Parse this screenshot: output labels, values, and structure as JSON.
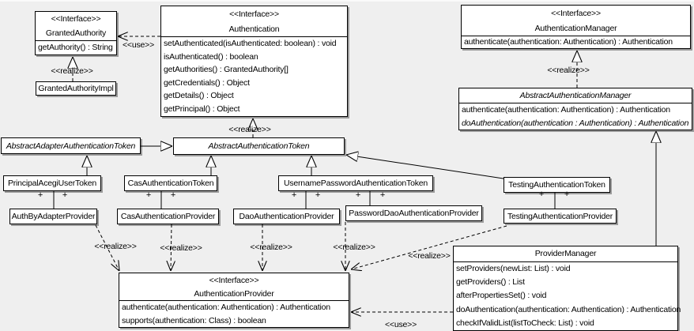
{
  "diagram": {
    "type": "uml-class-diagram",
    "background": "#efefef",
    "box_fill": "#ffffff",
    "border_color": "#000000",
    "shadow_color": "rgba(0,0,0,0.35)"
  },
  "labels": {
    "interface": "<<Interface>>",
    "realize": "<<realize>>",
    "use": "<<use>>",
    "plus": "+"
  },
  "classes": {
    "granted_authority": {
      "stereotype": "<<Interface>>",
      "name": "GrantedAuthority",
      "methods": [
        "getAuthority() : String"
      ]
    },
    "granted_authority_impl": {
      "name": "GrantedAuthorityImpl"
    },
    "authentication": {
      "stereotype": "<<Interface>>",
      "name": "Authentication",
      "methods": [
        "setAuthenticated(isAuthenticated: boolean) : void",
        "isAuthenticated() : boolean",
        "getAuthorities() : GrantedAuthority[]",
        "getCredentials() : Object",
        "getDetails() : Object",
        "getPrincipal() : Object"
      ]
    },
    "authentication_manager": {
      "stereotype": "<<Interface>>",
      "name": "AuthenticationManager",
      "methods": [
        "authenticate(authentication: Authentication) : Authentication"
      ]
    },
    "abstract_authentication_manager": {
      "name": "AbstractAuthenticationManager",
      "methods": [
        "authenticate(authentication: Authentication) : Authentication",
        "doAuthentication(authentication : Authentication) : Authentication"
      ]
    },
    "abstract_adapter_authentication_token": {
      "name": "AbstractAdapterAuthenticationToken"
    },
    "abstract_authentication_token": {
      "name": "AbstractAuthenticationToken"
    },
    "principal_acegi_user_token": {
      "name": "PrincipalAcegiUserToken"
    },
    "cas_authentication_token": {
      "name": "CasAuthenticationToken"
    },
    "username_password_authentication_token": {
      "name": "UsernamePasswordAuthenticationToken"
    },
    "testing_authentication_token": {
      "name": "TestingAuthenticationToken"
    },
    "auth_by_adapter_provider": {
      "name": "AuthByAdapterProvider"
    },
    "cas_authentication_provider": {
      "name": "CasAuthenticationProvider"
    },
    "dao_authentication_provider": {
      "name": "DaoAuthenticationProvider"
    },
    "password_dao_authentication_provider": {
      "name": "PasswordDaoAuthenticationProvider"
    },
    "testing_authentication_provider": {
      "name": "TestingAuthenticationProvider"
    },
    "authentication_provider": {
      "stereotype": "<<Interface>>",
      "name": "AuthenticationProvider",
      "methods": [
        "authenticate(authentication: Authentication) : Authentication",
        "supports(authentication: Class) : boolean"
      ]
    },
    "provider_manager": {
      "name": "ProviderManager",
      "methods": [
        "setProviders(newList: List) : void",
        "getProviders() : List",
        "afterPropertiesSet() : void",
        "doAuthentication(authentication: Authentication) : Authentication",
        "checkIfValidList(listToCheck: List) : void"
      ]
    }
  }
}
